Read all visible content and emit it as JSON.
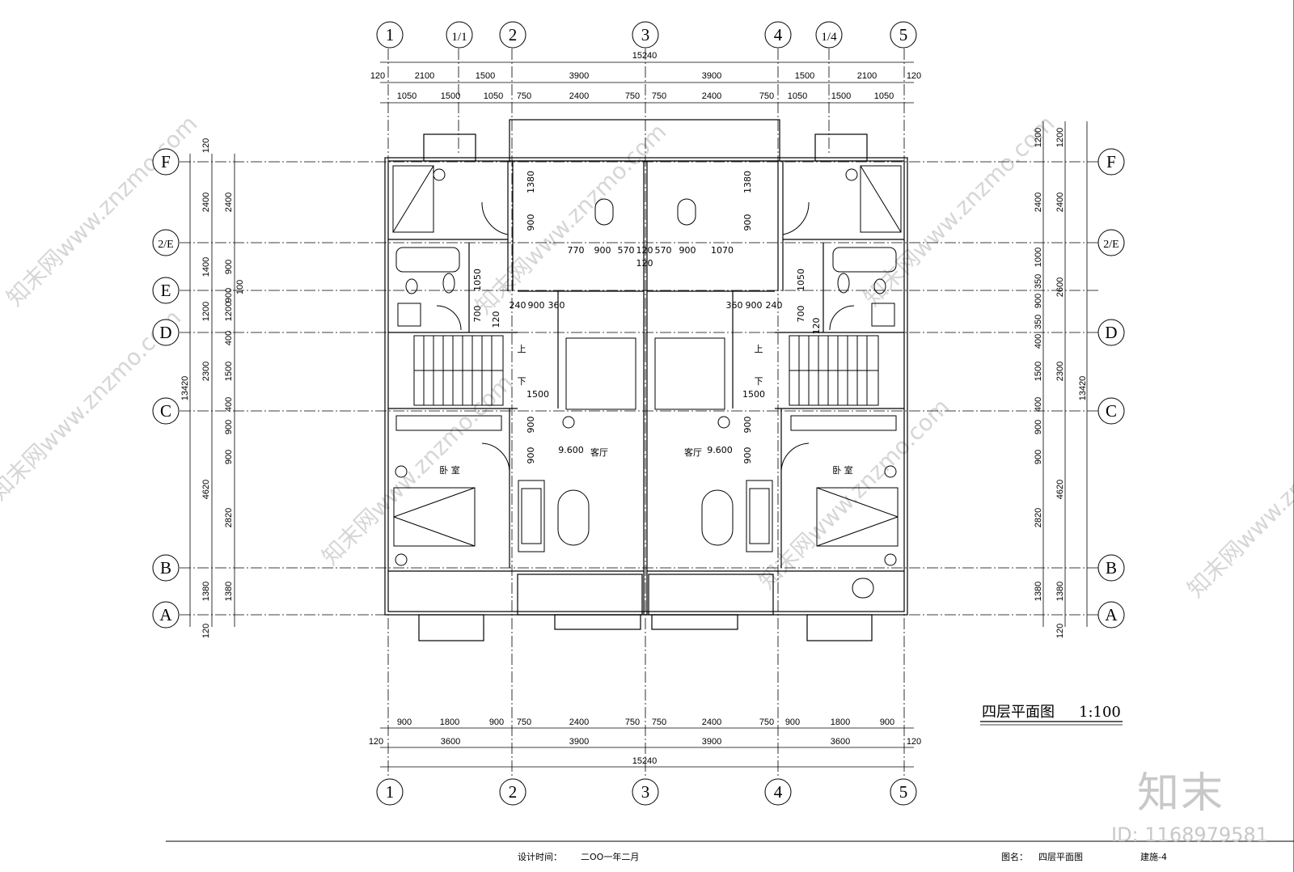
{
  "axes_vertical": [
    "1",
    "1/1",
    "2",
    "3",
    "4",
    "1/4",
    "5"
  ],
  "axes_vertical_bottom": [
    "1",
    "2",
    "3",
    "4",
    "5"
  ],
  "axes_horizontal": [
    "F",
    "2/E",
    "E",
    "D",
    "C",
    "B",
    "A"
  ],
  "top_dims": {
    "overall": "15240",
    "row1": [
      "120",
      "2100",
      "1500",
      "3900",
      "3900",
      "1500",
      "2100",
      "120"
    ],
    "row2": [
      "1050",
      "1500",
      "1050",
      "750",
      "2400",
      "750",
      "750",
      "2400",
      "750",
      "1050",
      "1500",
      "1050"
    ]
  },
  "bottom_dims": {
    "row1": [
      "900",
      "1800",
      "900",
      "750",
      "2400",
      "750",
      "750",
      "2400",
      "750",
      "900",
      "1800",
      "900"
    ],
    "row2": [
      "120",
      "3600",
      "3900",
      "3900",
      "3600",
      "120"
    ],
    "overall": "15240"
  },
  "left_dims": {
    "outer": [
      "120",
      "2400",
      "1400",
      "1200",
      "2300",
      "4620",
      "1380",
      "120"
    ],
    "inner": [
      "2400",
      "900",
      "900",
      "1200",
      "400",
      "1500",
      "400",
      "900",
      "900",
      "2820",
      "1380"
    ],
    "total": "13420",
    "extra": "100"
  },
  "right_dims": {
    "outer": [
      "1200",
      "2400",
      "2600",
      "2300",
      "4620",
      "1380",
      "120"
    ],
    "inner": [
      "1200",
      "2400",
      "1000",
      "350",
      "900",
      "350",
      "400",
      "1500",
      "400",
      "900",
      "900",
      "2820",
      "1380"
    ],
    "total": "13420"
  },
  "interior_dims": [
    "770",
    "900",
    "570",
    "120",
    "570",
    "900",
    "1070",
    "120",
    "240",
    "900",
    "360",
    "360",
    "900",
    "240",
    "1500",
    "1500",
    "1380",
    "1380",
    "900",
    "900",
    "700",
    "700",
    "1050",
    "1050",
    "120",
    "120",
    "900",
    "900",
    "900",
    "900"
  ],
  "rooms": {
    "living_left": "客厅",
    "living_right": "客厅",
    "level_left": "9.600",
    "level_right": "9.600",
    "bedroom_left": "卧  室",
    "bedroom_right": "卧  室",
    "up": "上",
    "down": "下"
  },
  "drawing_title": "四层平面图",
  "drawing_scale": "1:100",
  "footer": {
    "design_time_label": "设计时间：",
    "design_time_value": "二OO一年二月",
    "drawing_name_label": "图名：",
    "drawing_name_value": "四层平面图",
    "sheet_no": "建施-4"
  },
  "watermark": "知末网www.znzmo.com",
  "brand": "知末",
  "brand_id": "ID: 1168979581"
}
